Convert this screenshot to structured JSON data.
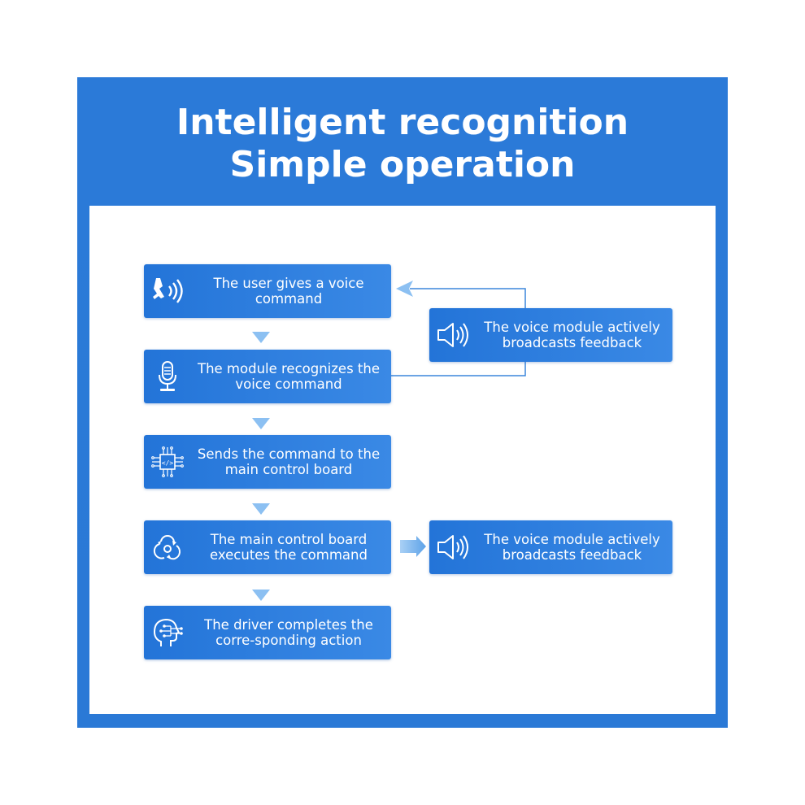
{
  "title": {
    "line1": "Intelligent recognition",
    "line2": "Simple operation"
  },
  "steps": [
    {
      "icon": "speaking-person-icon",
      "line1": "The user gives a voice",
      "line2": "command"
    },
    {
      "icon": "microphone-icon",
      "line1": "The module recognizes the",
      "line2": "voice command"
    },
    {
      "icon": "circuit-chip-icon",
      "line1": "Sends the command to the",
      "line2": "main control board"
    },
    {
      "icon": "cycle-arrows-icon",
      "line1": "The main control board",
      "line2": "executes the command"
    },
    {
      "icon": "ai-head-icon",
      "line1": "The driver completes the",
      "line2": "corre-sponding action"
    }
  ],
  "feedback": [
    {
      "icon": "speaker-icon",
      "line1": "The voice module actively",
      "line2": "broadcasts feedback"
    },
    {
      "icon": "speaker-icon",
      "line1": "The voice module actively",
      "line2": "broadcasts feedback"
    }
  ],
  "colors": {
    "frame": "#2b7ad8",
    "box": "#2b7ddc",
    "arrow": "#8cc0f2",
    "line": "#3b86dc"
  }
}
